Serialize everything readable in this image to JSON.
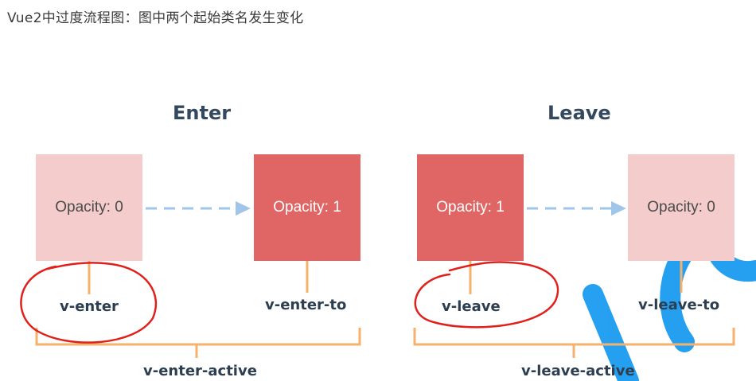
{
  "caption": "Vue2中过度流程图：图中两个起始类名发生变化",
  "enter": {
    "heading": "Enter",
    "from_box": "Opacity: 0",
    "to_box": "Opacity: 1",
    "from_class": "v-enter",
    "to_class": "v-enter-to",
    "active_class": "v-enter-active"
  },
  "leave": {
    "heading": "Leave",
    "from_box": "Opacity: 1",
    "to_box": "Opacity: 0",
    "from_class": "v-leave",
    "to_class": "v-leave-to",
    "active_class": "v-leave-active"
  },
  "colors": {
    "light_box": "#f4cccc",
    "dark_box": "#e06666",
    "connector": "#f6b26b",
    "arrow": "#9fc5e8",
    "annotation": "#e0201a",
    "watermark": "#1a9bf0"
  }
}
